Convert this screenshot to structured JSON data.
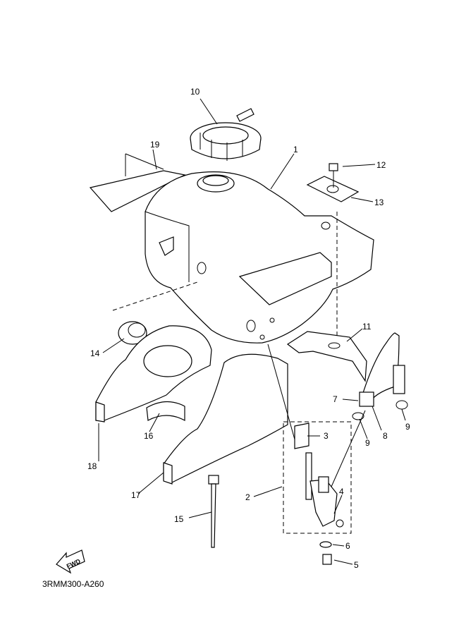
{
  "diagram_code": "3RMM300-A260",
  "fwd_arrow_text": "FWD",
  "callouts": {
    "p1": "1",
    "p2": "2",
    "p3": "3",
    "p4": "4",
    "p5": "5",
    "p6": "6",
    "p7": "7",
    "p8": "8",
    "p9a": "9",
    "p9b": "9",
    "p10": "10",
    "p11": "11",
    "p12": "12",
    "p13": "13",
    "p14": "14",
    "p15": "15",
    "p16": "16",
    "p17": "17",
    "p18": "18",
    "p19": "19"
  }
}
